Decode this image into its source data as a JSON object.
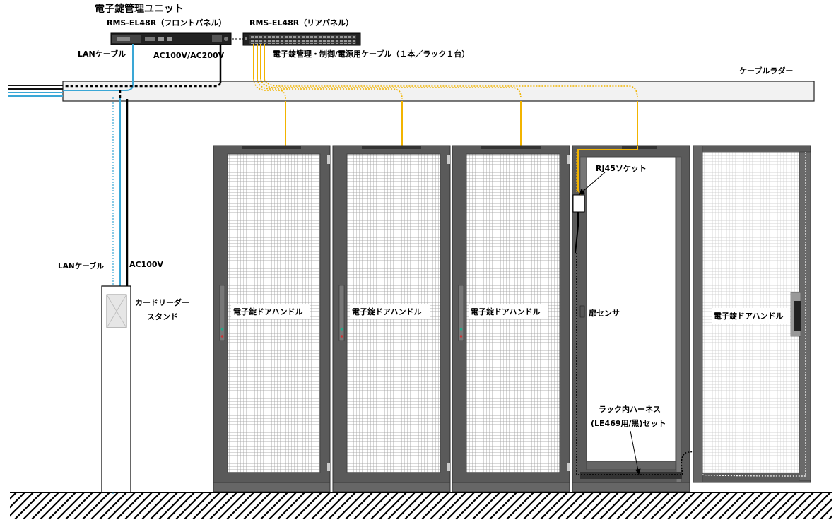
{
  "labels": {
    "unit_title": "電子錠管理ユニット",
    "front_panel": "RMS-EL48R（フロントパネル）",
    "rear_panel": "RMS-EL48R（リアパネル）",
    "lan_cable_top": "LANケーブル",
    "ac_top": "AC100V/AC200V",
    "mgmt_cable": "電子錠管理・制御/電源用ケーブル（１本／ラック１台）",
    "cable_ladder": "ケーブルラダー",
    "rj45": "RJ45ソケット",
    "lan_cable_side": "LANケーブル",
    "ac_side": "AC100V",
    "reader_line1": "カードリーダー",
    "reader_line2": "スタンド",
    "door_handle_1": "電子錠ドアハンドル",
    "door_handle_2": "電子錠ドアハンドル",
    "door_handle_3": "電子錠ドアハンドル",
    "door_handle_4": "電子錠ドアハンドル",
    "door_sensor": "扉センサ",
    "harness_line1": "ラック内ハーネス",
    "harness_line2": "(LE469用/黒)セット"
  },
  "colors": {
    "lan": "#3aa7d6",
    "power": "#111111",
    "mgmt": "#f2b400",
    "rack": "#5a5a5a",
    "ladder": "#f2f2f2"
  }
}
